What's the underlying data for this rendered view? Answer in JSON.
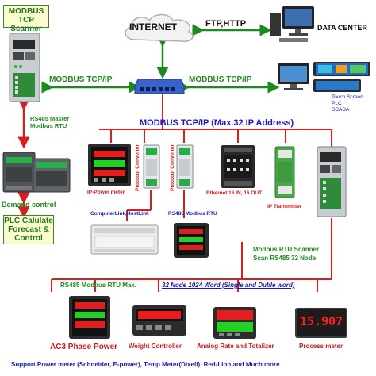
{
  "top": {
    "internet": "INTERNET",
    "ftp_http": "FTP,HTTP",
    "data_center": "DATA CENTER",
    "touch_screen_lines": [
      "Touch Screen",
      "PLC",
      "SCADA"
    ]
  },
  "left": {
    "scanner_box": [
      "MODBUS TCP",
      "Scanner"
    ],
    "rs485_master": [
      "RS485 Master",
      "Modbus RTU"
    ],
    "demand_control": "Demand control",
    "plc_box": [
      "PLC Calulate",
      "Forecast &",
      "Control"
    ]
  },
  "links": {
    "modbus_left": "MODBUS TCP/IP",
    "modbus_right": "MODBUS TCP/IP",
    "main_bus": "MODBUS TCP/IP (Max.32 IP Address)"
  },
  "devices_row1": {
    "ip_power_meter": "IP-Power meter",
    "protocol_converter": "Protocol Converter",
    "ethernet_io": "Ethernet 16 IN, 16 OUT",
    "ip_transmitter": "IP Transmitter",
    "computerlink": "ComputerLink,HostLink",
    "rs485_modbus_rtu": "RS485 Modbus RTU",
    "scanner_lines": [
      "Modbus RTU Scanner",
      "Scan RS485 32 Node"
    ]
  },
  "bottom_bus": {
    "label": "RS485 Modbus RTU Max.",
    "detail": "32 Node 1024 Word (Single and Duble word)"
  },
  "bottom_devices": {
    "ac3": "AC3 Phase Power",
    "weight": "Weight Controller",
    "analog": "Analog Rate and Totalizer",
    "process": "Process meter",
    "process_display": "15.907"
  },
  "footer": "Support Power meter (Schneider, E-power), Temp Meter(Dixell), Red-Lion and Much more",
  "colors": {
    "green": "#1e8a1e",
    "blue": "#1a1ab5",
    "red": "#d01818",
    "wire_red": "#d42020",
    "panel_gray": "#c8cdd2"
  }
}
